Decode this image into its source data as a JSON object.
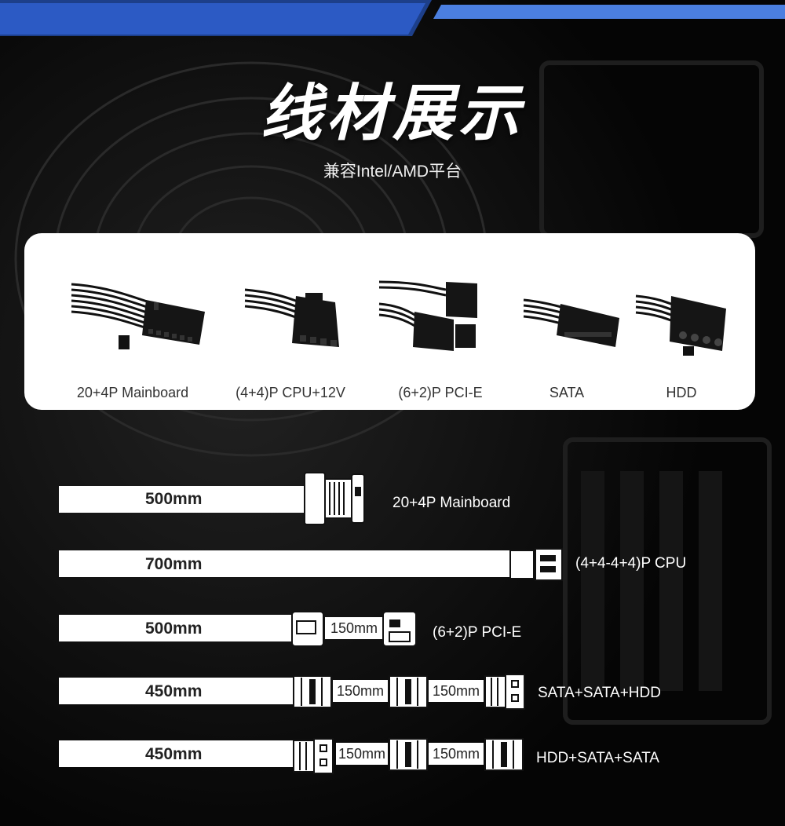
{
  "header": {
    "title": "线材展示",
    "subtitle": "兼容Intel/AMD平台"
  },
  "colors": {
    "banner_dark": "#1d3f8a",
    "banner_light": "#4b7fe0",
    "background": "#060606",
    "panel": "#ffffff"
  },
  "connectors": [
    {
      "label": "20+4P Mainboard",
      "icon": "mainboard-24pin-icon"
    },
    {
      "label": "(4+4)P CPU+12V",
      "icon": "cpu-8pin-icon"
    },
    {
      "label": "(6+2)P PCI-E",
      "icon": "pcie-8pin-icon"
    },
    {
      "label": "SATA",
      "icon": "sata-icon"
    },
    {
      "label": "HDD",
      "icon": "hdd-molex-icon"
    }
  ],
  "cables": [
    {
      "length": "500mm",
      "name": "20+4P Mainboard",
      "segments": []
    },
    {
      "length": "700mm",
      "name": "(4+4-4+4)P CPU",
      "segments": []
    },
    {
      "length": "500mm",
      "name": "(6+2)P PCI-E",
      "segments": [
        "150mm"
      ]
    },
    {
      "length": "450mm",
      "name": "SATA+SATA+HDD",
      "segments": [
        "150mm",
        "150mm"
      ]
    },
    {
      "length": "450mm",
      "name": "HDD+SATA+SATA",
      "segments": [
        "150mm",
        "150mm"
      ]
    }
  ]
}
